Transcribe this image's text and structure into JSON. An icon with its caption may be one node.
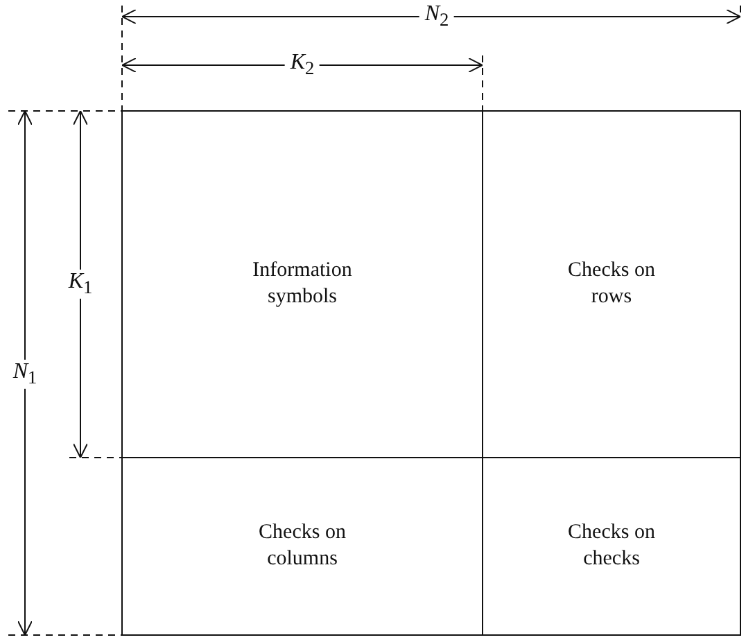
{
  "diagram": {
    "nodes": [
      {
        "text": [
          "Information symbols"
        ]
      },
      {
        "text": [
          "Checks on rows"
        ]
      },
      {
        "text": [
          "Checks on columns"
        ]
      },
      {
        "text": [
          "Checks on checks"
        ]
      }
    ],
    "labels": [
      "*N*$_{2}$",
      "*K*$_{2}$",
      "*K*$_{1}$",
      "*N*$_{1}$"
    ]
  }
}
